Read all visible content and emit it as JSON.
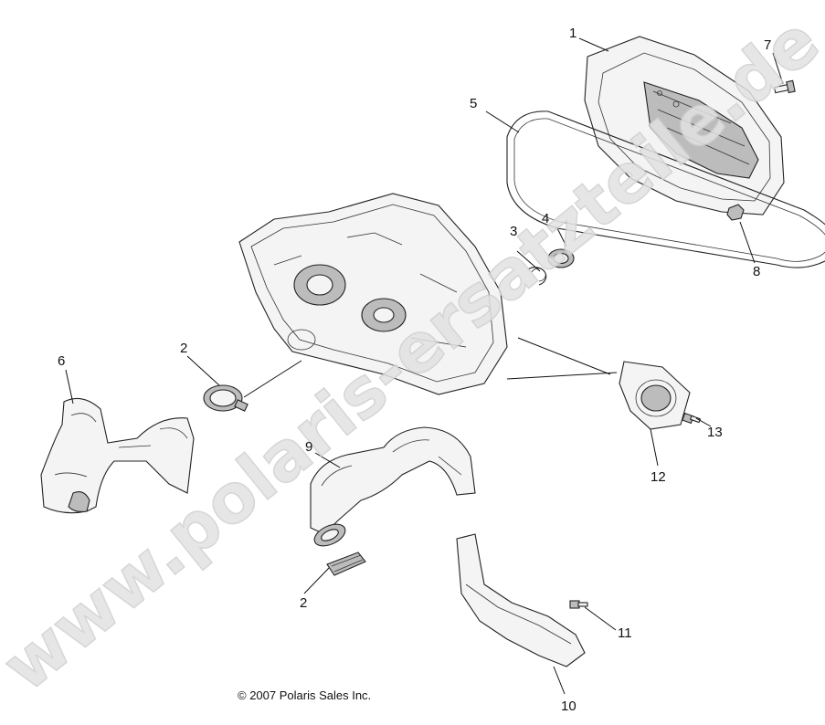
{
  "watermark": "www.polaris-ersatzteile.de",
  "copyright": "© 2007 Polaris Sales Inc.",
  "callouts": {
    "c1": "1",
    "c2a": "2",
    "c2b": "2",
    "c3": "3",
    "c4": "4",
    "c5": "5",
    "c6": "6",
    "c7": "7",
    "c8": "8",
    "c9": "9",
    "c10": "10",
    "c11": "11",
    "c12": "12",
    "c13": "13"
  }
}
